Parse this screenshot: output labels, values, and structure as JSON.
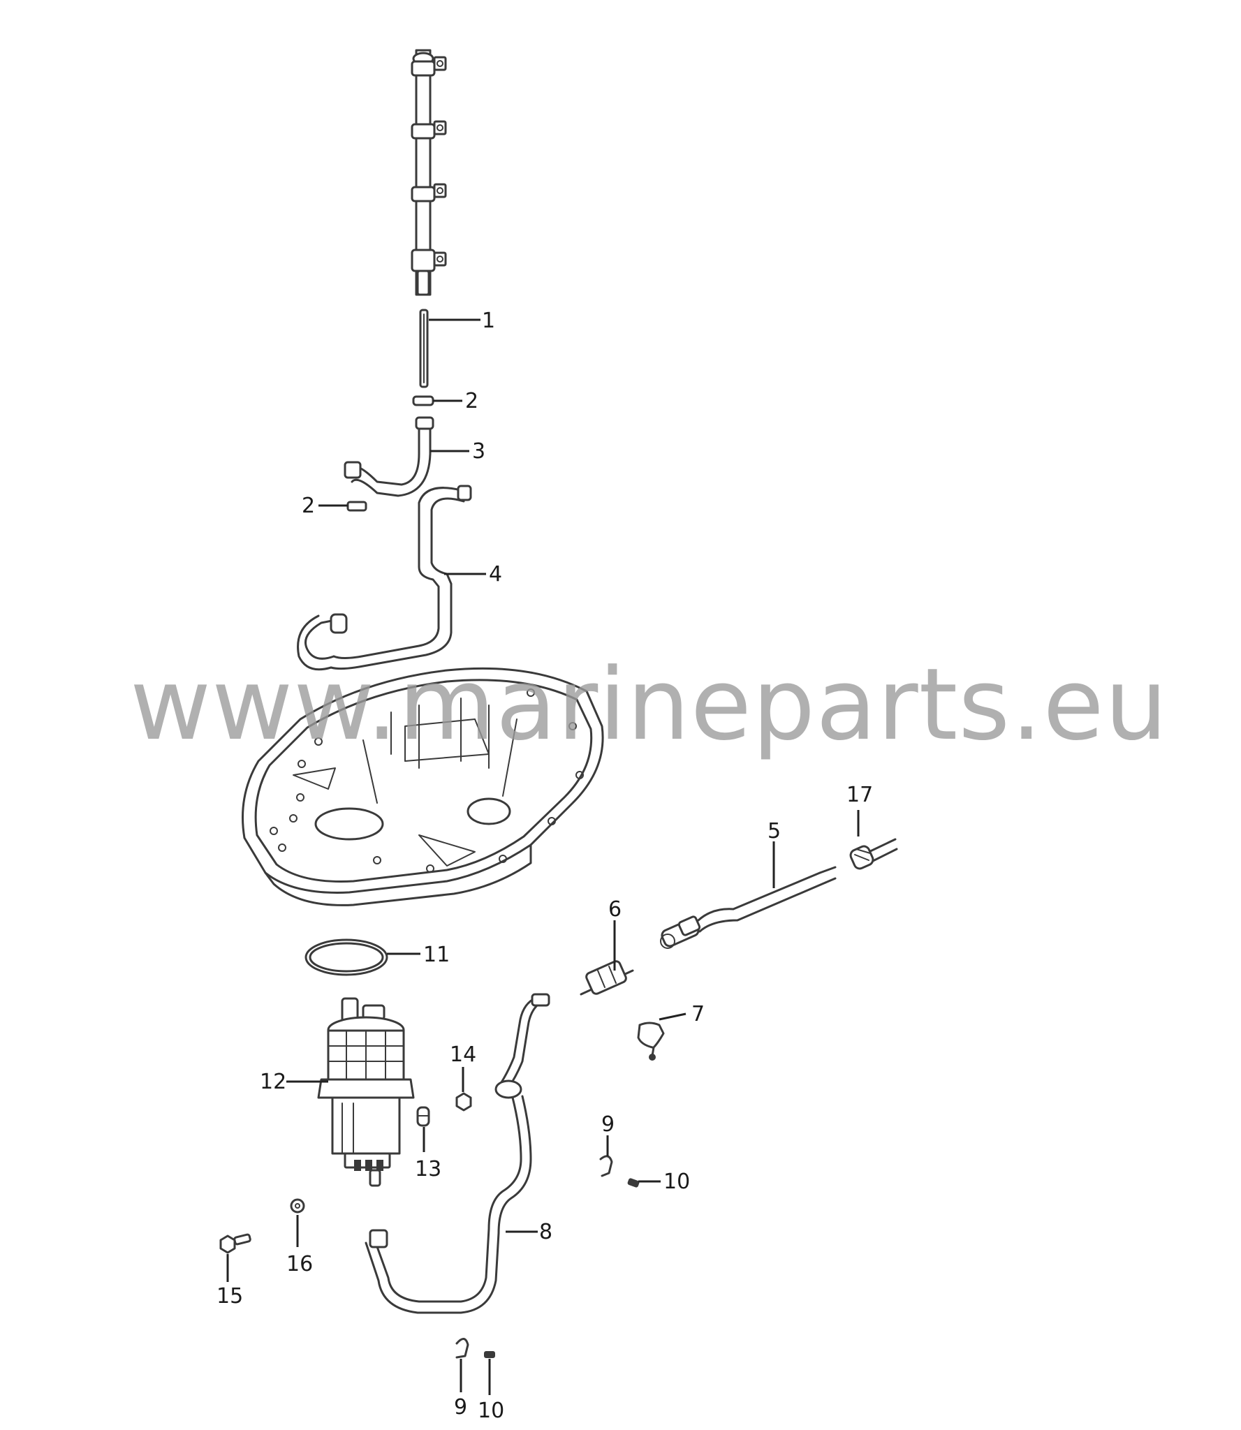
{
  "watermark": "www.marineparts.eu",
  "callouts": {
    "c1": "1",
    "c2a": "2",
    "c3": "3",
    "c2b": "2",
    "c4": "4",
    "c17": "17",
    "c5": "5",
    "c6": "6",
    "c11": "11",
    "c7": "7",
    "c14": "14",
    "c12": "12",
    "c13": "13",
    "c9a": "9",
    "c10a": "10",
    "c8": "8",
    "c16": "16",
    "c15": "15",
    "c9b": "9",
    "c10b": "10"
  }
}
